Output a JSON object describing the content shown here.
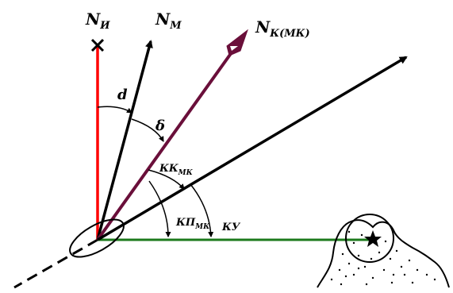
{
  "labels": {
    "n_true": "N",
    "n_true_sub": "И",
    "n_magnetic": "N",
    "n_magnetic_sub": "М",
    "n_compass": "N",
    "n_compass_sub": "К(МК)",
    "declination": "d",
    "deviation": "δ",
    "compass_course": "КК",
    "compass_course_sub": "МК",
    "compass_bearing": "КП",
    "compass_bearing_sub": "МК",
    "heading_angle": "КУ"
  },
  "colors": {
    "true_north": "#ff0000",
    "magnetic_north": "#000000",
    "compass_north": "#6a0f3a",
    "bearing_line": "#1c7a1c",
    "outline": "#000000"
  },
  "icons": {
    "true_north_marker": "x-mark",
    "compass_north_marker": "diamond-arrowhead",
    "landmark": "star",
    "vessel": "ellipse"
  }
}
